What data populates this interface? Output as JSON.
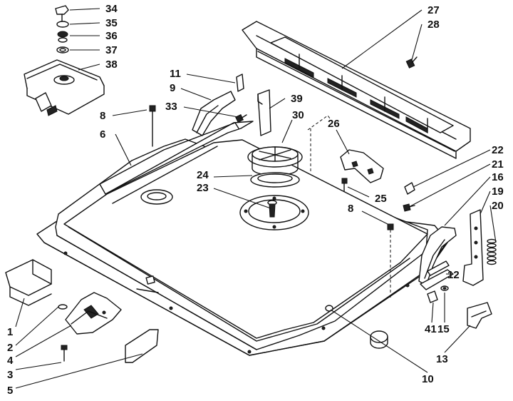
{
  "callouts": [
    {
      "id": "c34",
      "label": "34"
    },
    {
      "id": "c35",
      "label": "35"
    },
    {
      "id": "c36",
      "label": "36"
    },
    {
      "id": "c37",
      "label": "37"
    },
    {
      "id": "c38",
      "label": "38"
    },
    {
      "id": "c27",
      "label": "27"
    },
    {
      "id": "c28",
      "label": "28"
    },
    {
      "id": "c11",
      "label": "11"
    },
    {
      "id": "c9",
      "label": "9"
    },
    {
      "id": "c39",
      "label": "39"
    },
    {
      "id": "c33",
      "label": "33"
    },
    {
      "id": "c30",
      "label": "30"
    },
    {
      "id": "c8a",
      "label": "8"
    },
    {
      "id": "c26",
      "label": "26"
    },
    {
      "id": "c6",
      "label": "6"
    },
    {
      "id": "c22",
      "label": "22"
    },
    {
      "id": "c21",
      "label": "21"
    },
    {
      "id": "c24",
      "label": "24"
    },
    {
      "id": "c16",
      "label": "16"
    },
    {
      "id": "c23",
      "label": "23"
    },
    {
      "id": "c25",
      "label": "25"
    },
    {
      "id": "c19",
      "label": "19"
    },
    {
      "id": "c20",
      "label": "20"
    },
    {
      "id": "c8b",
      "label": "8"
    },
    {
      "id": "c12",
      "label": "12"
    },
    {
      "id": "c1",
      "label": "1"
    },
    {
      "id": "c41",
      "label": "41"
    },
    {
      "id": "c15",
      "label": "15"
    },
    {
      "id": "c2",
      "label": "2"
    },
    {
      "id": "c4",
      "label": "4"
    },
    {
      "id": "c13",
      "label": "13"
    },
    {
      "id": "c3",
      "label": "3"
    },
    {
      "id": "c10",
      "label": "10"
    },
    {
      "id": "c5",
      "label": "5"
    }
  ]
}
